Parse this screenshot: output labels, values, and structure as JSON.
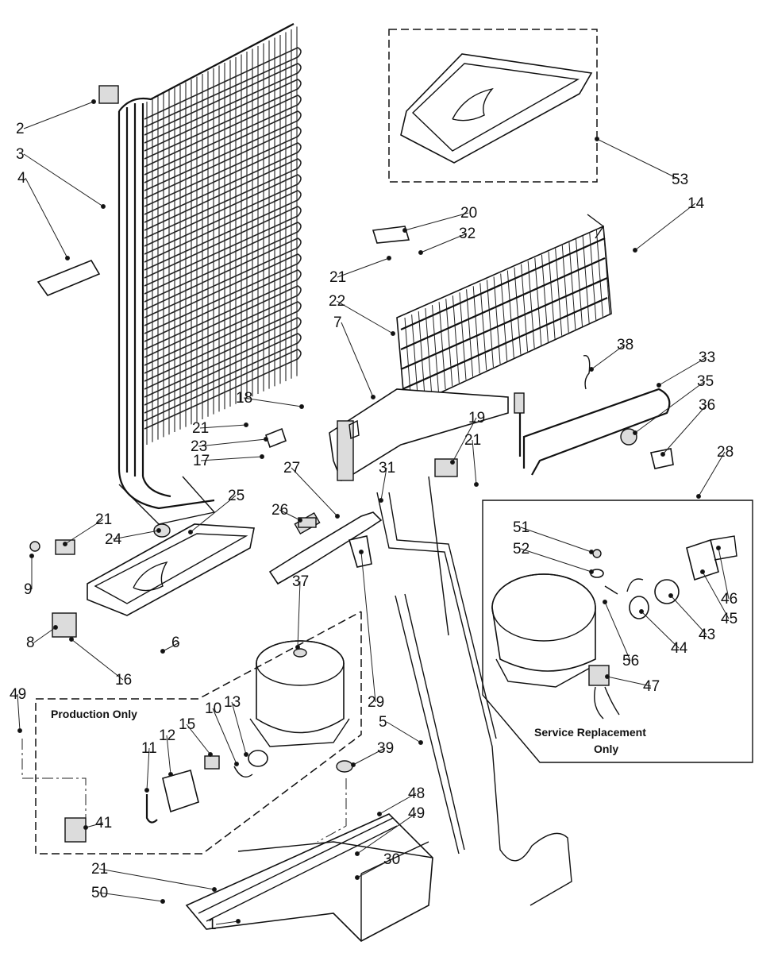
{
  "diagram": {
    "box_labels": {
      "production_only": "Production Only",
      "service_line1": "Service Replacement",
      "service_line2": "Only"
    },
    "callouts": [
      "1",
      "2",
      "3",
      "4",
      "5",
      "6",
      "7",
      "8",
      "9",
      "10",
      "11",
      "12",
      "13",
      "14",
      "15",
      "16",
      "17",
      "18",
      "19",
      "20",
      "21",
      "21",
      "21",
      "21",
      "21",
      "22",
      "23",
      "24",
      "25",
      "26",
      "27",
      "28",
      "29",
      "30",
      "31",
      "32",
      "33",
      "35",
      "36",
      "37",
      "38",
      "39",
      "41",
      "43",
      "44",
      "45",
      "46",
      "47",
      "48",
      "49",
      "49",
      "50",
      "51",
      "52",
      "53",
      "56"
    ]
  }
}
